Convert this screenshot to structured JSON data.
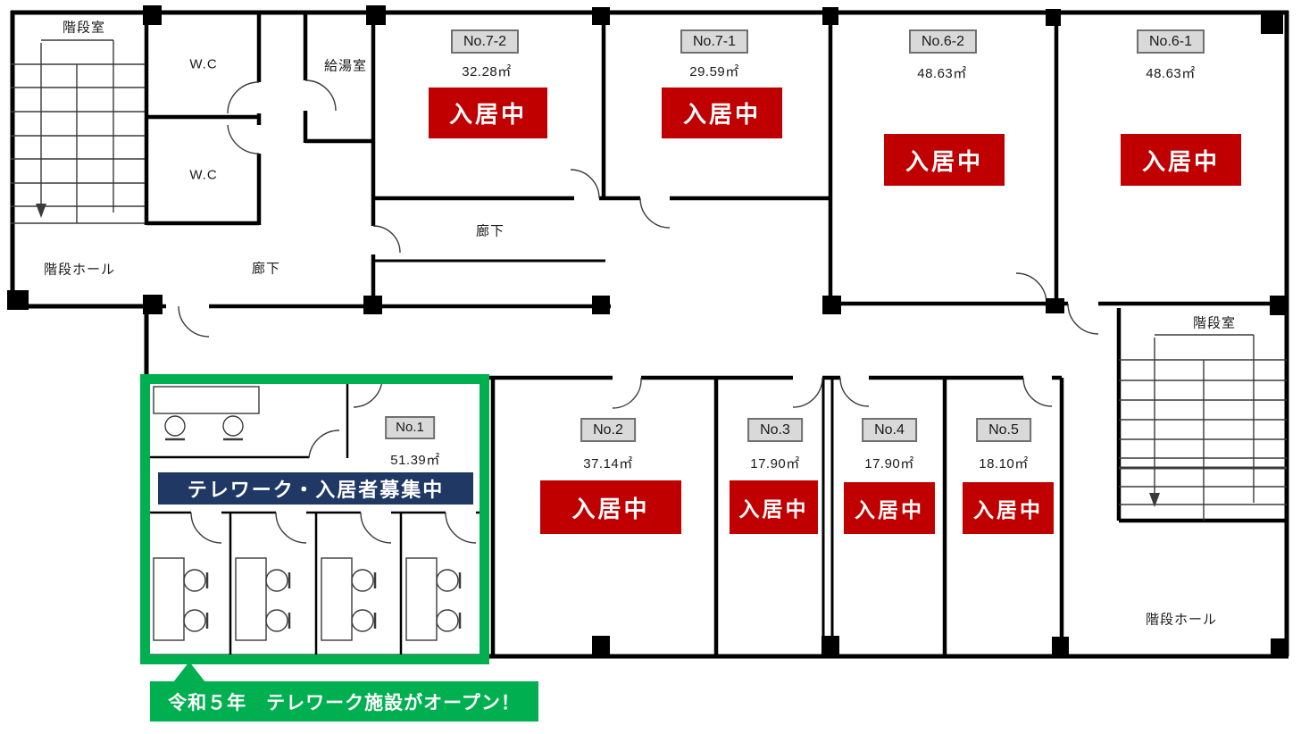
{
  "labels": {
    "stairwell_top_left": "階段室",
    "wc_upper": "W.C",
    "wc_lower": "W.C",
    "kitchenette": "給湯室",
    "stair_hall_top_left": "階段ホール",
    "corridor_top_left": "廊下",
    "corridor_main": "廊下",
    "stairwell_bottom_right": "階段室",
    "stair_hall_bottom_right": "階段ホール"
  },
  "rooms": [
    {
      "no": "No.7-2",
      "area": "32.28㎡",
      "status": "入居中"
    },
    {
      "no": "No.7-1",
      "area": "29.59㎡",
      "status": "入居中"
    },
    {
      "no": "No.6-2",
      "area": "48.63㎡",
      "status": "入居中"
    },
    {
      "no": "No.6-1",
      "area": "48.63㎡",
      "status": "入居中"
    },
    {
      "no": "No.2",
      "area": "37.14㎡",
      "status": "入居中"
    },
    {
      "no": "No.3",
      "area": "17.90㎡",
      "status": "入居中"
    },
    {
      "no": "No.4",
      "area": "17.90㎡",
      "status": "入居中"
    },
    {
      "no": "No.5",
      "area": "18.10㎡",
      "status": "入居中"
    }
  ],
  "telework_room": {
    "no": "No.1",
    "area": "51.39㎡",
    "banner": "テレワーク・入居者募集中"
  },
  "callout": {
    "text": "令和５年　テレワーク施設がオープン！"
  },
  "colors": {
    "occupied_red": "#C00000",
    "banner_navy": "#1F3864",
    "highlight_green": "#00B050",
    "room_tag_gray": "#D9D9D9",
    "wall_black": "#000000"
  }
}
